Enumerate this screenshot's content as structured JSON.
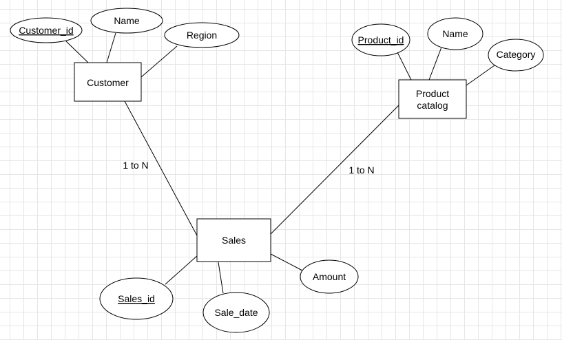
{
  "entities": {
    "customer": {
      "label": "Customer"
    },
    "product": {
      "line1": "Product",
      "line2": "catalog"
    },
    "sales": {
      "label": "Sales"
    }
  },
  "attributes": {
    "customer_id": "Customer_id",
    "customer_name": "Name",
    "region": "Region",
    "product_id": "Product_id",
    "product_name": "Name",
    "category": "Category",
    "sales_id": "Sales_id",
    "sale_date": "Sale_date",
    "amount": "Amount"
  },
  "relationships": {
    "customer_sales": "1 to N",
    "product_sales": "1 to N"
  }
}
